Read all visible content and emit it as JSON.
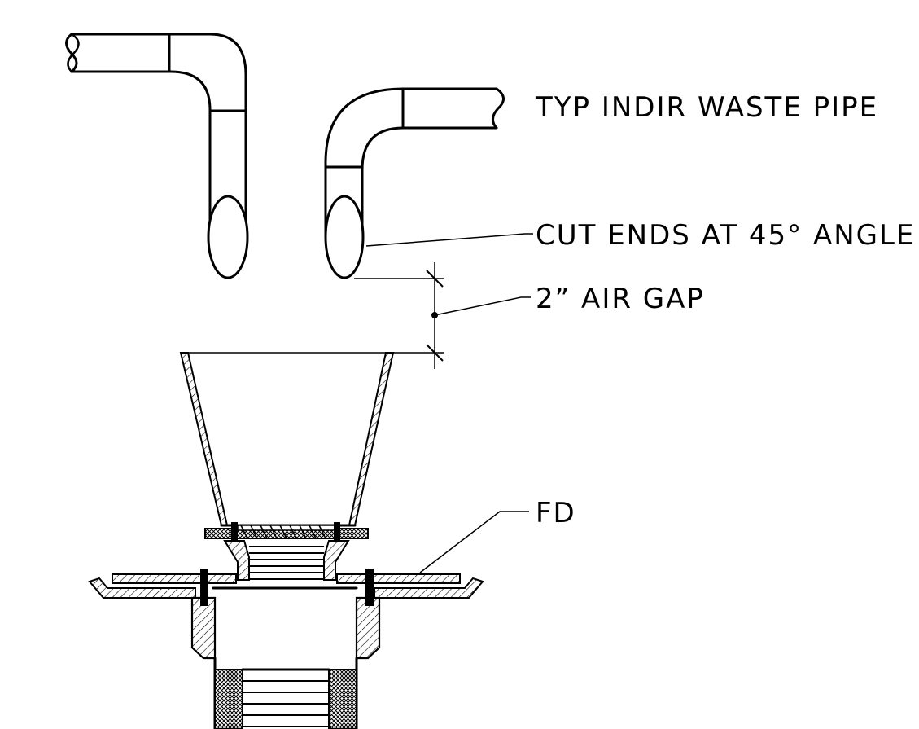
{
  "labels": {
    "waste_pipe": "TYP INDIR WASTE PIPE",
    "cut_ends": "CUT ENDS AT 45° ANGLE",
    "air_gap": "2” AIR GAP",
    "floor_drain": "FD"
  },
  "colors": {
    "line": "#000000",
    "background": "#ffffff"
  }
}
